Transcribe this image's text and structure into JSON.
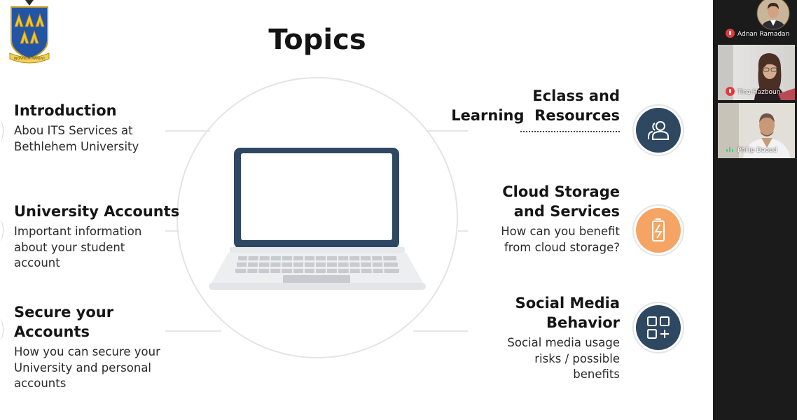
{
  "slide": {
    "title": "Topics",
    "logo": {
      "motto": "INDIVISUM MANENT"
    },
    "left_topics": [
      {
        "title": "Introduction",
        "desc": "Abou ITS Services at\nBethlehem University"
      },
      {
        "title": "University Accounts",
        "desc": "Important information\nabout your student\naccount"
      },
      {
        "title": "Secure your Accounts",
        "desc": "How you can secure your\nUniversity and personal\naccounts"
      }
    ],
    "right_topics": [
      {
        "title": "Eclass and\nLearning  Resources",
        "desc": "",
        "icon": "users-icon",
        "color": "#2f4862"
      },
      {
        "title": "Cloud Storage\nand Services",
        "desc": "How can you benefit\nfrom cloud storage?",
        "icon": "battery-charging-icon",
        "color": "#f5a463"
      },
      {
        "title": "Social Media\nBehavior",
        "desc": "Social media usage\nrisks / possible\nbenefits",
        "icon": "apps-add-icon",
        "color": "#2f4862"
      }
    ]
  },
  "participants": [
    {
      "name": "Adnan Ramadan",
      "muted": true
    },
    {
      "name": "Tina Hazboun",
      "muted": true
    },
    {
      "name": "Philip Daoud",
      "muted": false
    }
  ],
  "colors": {
    "navy": "#2f4862",
    "orange": "#f5a463",
    "mute_red": "#e5393b",
    "speaking_green": "#38d17c"
  }
}
